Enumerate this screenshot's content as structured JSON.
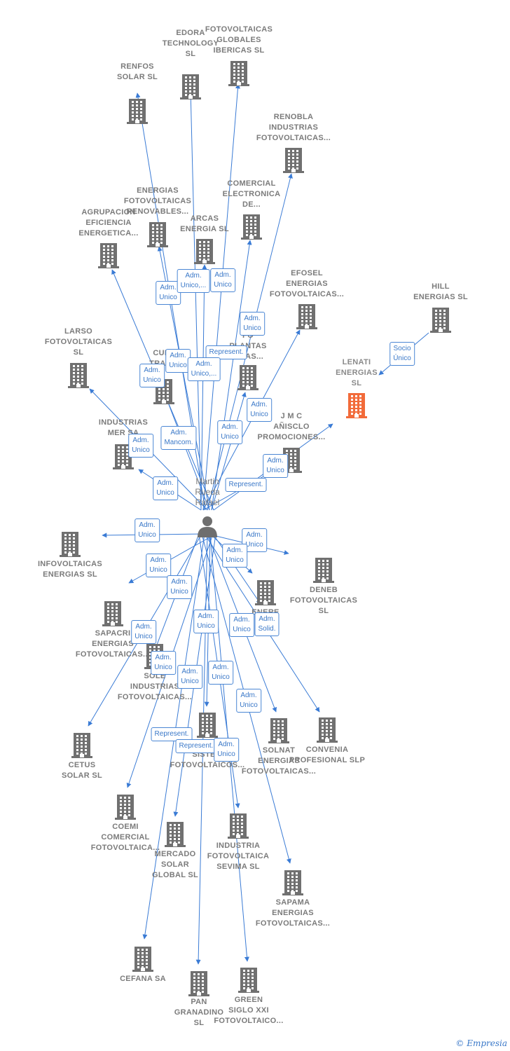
{
  "person": {
    "name_lines": [
      "Martin",
      "Rueda",
      "Rafael"
    ],
    "icon": "person-icon",
    "color": "#6e6e6e"
  },
  "colors": {
    "edge": "#3a7bd5",
    "building": "#707070",
    "building_highlight": "#f26b3a",
    "role_border": "#4a86d4"
  },
  "nodes": [
    {
      "id": "edora",
      "lines": [
        "EDORA",
        "TECHNOLOGY",
        "SL"
      ]
    },
    {
      "id": "fotoglob",
      "lines": [
        "FOTOVOLTAICAS",
        "GLOBALES",
        "IBERICAS SL"
      ]
    },
    {
      "id": "renfos",
      "lines": [
        "RENFOS",
        "SOLAR SL"
      ]
    },
    {
      "id": "renobla",
      "lines": [
        "RENOBLA",
        "INDUSTRIAS",
        "FOTOVOLTAICAS..."
      ]
    },
    {
      "id": "energiasfr",
      "lines": [
        "ENERGIAS",
        "FOTOVOLTAICAS",
        "RENOVABLES..."
      ]
    },
    {
      "id": "comercial",
      "lines": [
        "COMERCIAL",
        "ELECTRONICA",
        "DE..."
      ]
    },
    {
      "id": "agrupacion",
      "lines": [
        "AGRUPACION",
        "EFICIENCIA",
        "ENERGETICA..."
      ]
    },
    {
      "id": "arcas",
      "lines": [
        "ARCAS",
        "ENERGIA SL"
      ]
    },
    {
      "id": "efosel",
      "lines": [
        "EFOSEL",
        "ENERGIAS",
        "FOTOVOLTAICAS..."
      ]
    },
    {
      "id": "hill",
      "lines": [
        "HILL",
        "ENERGIAS SL"
      ]
    },
    {
      "id": "larso",
      "lines": [
        "LARSO",
        "FOTOVOLTAICAS",
        "SL"
      ]
    },
    {
      "id": "cuez",
      "lines": [
        "CUEZ",
        "TRAB..."
      ]
    },
    {
      "id": "plantas",
      "lines": [
        "FO",
        "PLANTAS",
        "...CAS..."
      ]
    },
    {
      "id": "lenati",
      "lines": [
        "LENATI",
        "ENERGIAS",
        "SL"
      ]
    },
    {
      "id": "industrias",
      "lines": [
        "INDUSTRIAS",
        "MER SA"
      ]
    },
    {
      "id": "jmc",
      "lines": [
        "J M C",
        "AÑISCLO",
        "PROMOCIONES..."
      ]
    },
    {
      "id": "infovol",
      "lines": [
        "INFOVOLTAICAS",
        "ENERGIAS SL"
      ]
    },
    {
      "id": "deneb",
      "lines": [
        "DENEB",
        "FOTOVOLTAICAS",
        "SL"
      ]
    },
    {
      "id": "enere",
      "lines": [
        "ENERE",
        "...L"
      ]
    },
    {
      "id": "sapacri",
      "lines": [
        "SAPACRI",
        "ENERGIAS",
        "FOTOVOLTAICAS..."
      ]
    },
    {
      "id": "sole",
      "lines": [
        "SOLE",
        "INDUSTRIAS",
        "FOTOVOLTAICAS..."
      ]
    },
    {
      "id": "cetus",
      "lines": [
        "CETUS",
        "SOLAR SL"
      ]
    },
    {
      "id": "convenia",
      "lines": [
        "CONVENIA",
        "PROFESIONAL SLP"
      ]
    },
    {
      "id": "solnat",
      "lines": [
        "SOLNAT",
        "ENERGIAS",
        "FOTOVOLTAICAS..."
      ]
    },
    {
      "id": "sistemas",
      "lines": [
        "SISTE...",
        "FOTOVOLTAICOS..."
      ]
    },
    {
      "id": "coemi",
      "lines": [
        "COEMI",
        "COMERCIAL",
        "FOTOVOLTAICA..."
      ]
    },
    {
      "id": "mercado",
      "lines": [
        "MERCADO",
        "SOLAR",
        "GLOBAL SL"
      ]
    },
    {
      "id": "sevima",
      "lines": [
        "INDUSTRIA",
        "FOTOVOLTAICA",
        "SEVIMA SL"
      ]
    },
    {
      "id": "sapama",
      "lines": [
        "SAPAMA",
        "ENERGIAS",
        "FOTOVOLTAICAS..."
      ]
    },
    {
      "id": "cefana",
      "lines": [
        "CEFANA SA"
      ]
    },
    {
      "id": "pan",
      "lines": [
        "PAN",
        "GRANADINO",
        "SL"
      ]
    },
    {
      "id": "green",
      "lines": [
        "GREEN",
        "SIGLO XXI",
        "FOTOVOLTAICO..."
      ]
    }
  ],
  "roles": [
    {
      "id": "r1",
      "text": "Adm.\nUnico"
    },
    {
      "id": "r2",
      "text": "Adm.\nUnico,..."
    },
    {
      "id": "r3",
      "text": "Adm.\nUnico"
    },
    {
      "id": "r4",
      "text": "Adm.\nUnico"
    },
    {
      "id": "r5",
      "text": "Represent."
    },
    {
      "id": "r6",
      "text": "Adm.\nUnico"
    },
    {
      "id": "r7",
      "text": "Adm.\nUnico,..."
    },
    {
      "id": "r8",
      "text": "Adm.\nUnico"
    },
    {
      "id": "r9",
      "text": "Socio\nÚnico"
    },
    {
      "id": "r10",
      "text": "Adm.\nUnico"
    },
    {
      "id": "r11",
      "text": "Adm.\nUnico"
    },
    {
      "id": "r12",
      "text": "Adm.\nMancom."
    },
    {
      "id": "r13",
      "text": "Adm.\nUnico"
    },
    {
      "id": "r14",
      "text": "Adm.\nUnico"
    },
    {
      "id": "r15",
      "text": "Adm.\nUnico"
    },
    {
      "id": "r16",
      "text": "Represent."
    },
    {
      "id": "r17",
      "text": "Adm.\nUnico"
    },
    {
      "id": "r18",
      "text": "Adm.\nUnico"
    },
    {
      "id": "r19",
      "text": "Adm.\nUnico"
    },
    {
      "id": "r20",
      "text": "Adm.\nUnico"
    },
    {
      "id": "r21",
      "text": "Adm.\nUnico"
    },
    {
      "id": "r22",
      "text": "Adm.\nUnico"
    },
    {
      "id": "r23",
      "text": "Adm.\nUnico"
    },
    {
      "id": "r24",
      "text": "Adm.\nUnico"
    },
    {
      "id": "r25",
      "text": "Adm.\nSolid."
    },
    {
      "id": "r26",
      "text": "Adm.\nUnico"
    },
    {
      "id": "r27",
      "text": "Adm.\nUnico"
    },
    {
      "id": "r28",
      "text": "Adm.\nUnico"
    },
    {
      "id": "r29",
      "text": "Adm.\nUnico"
    },
    {
      "id": "r30",
      "text": "Represent."
    },
    {
      "id": "r31",
      "text": "Represent."
    },
    {
      "id": "r32",
      "text": "Adm.\nUnico"
    }
  ],
  "footer": {
    "copyright": "©",
    "brand": "Empresia"
  }
}
